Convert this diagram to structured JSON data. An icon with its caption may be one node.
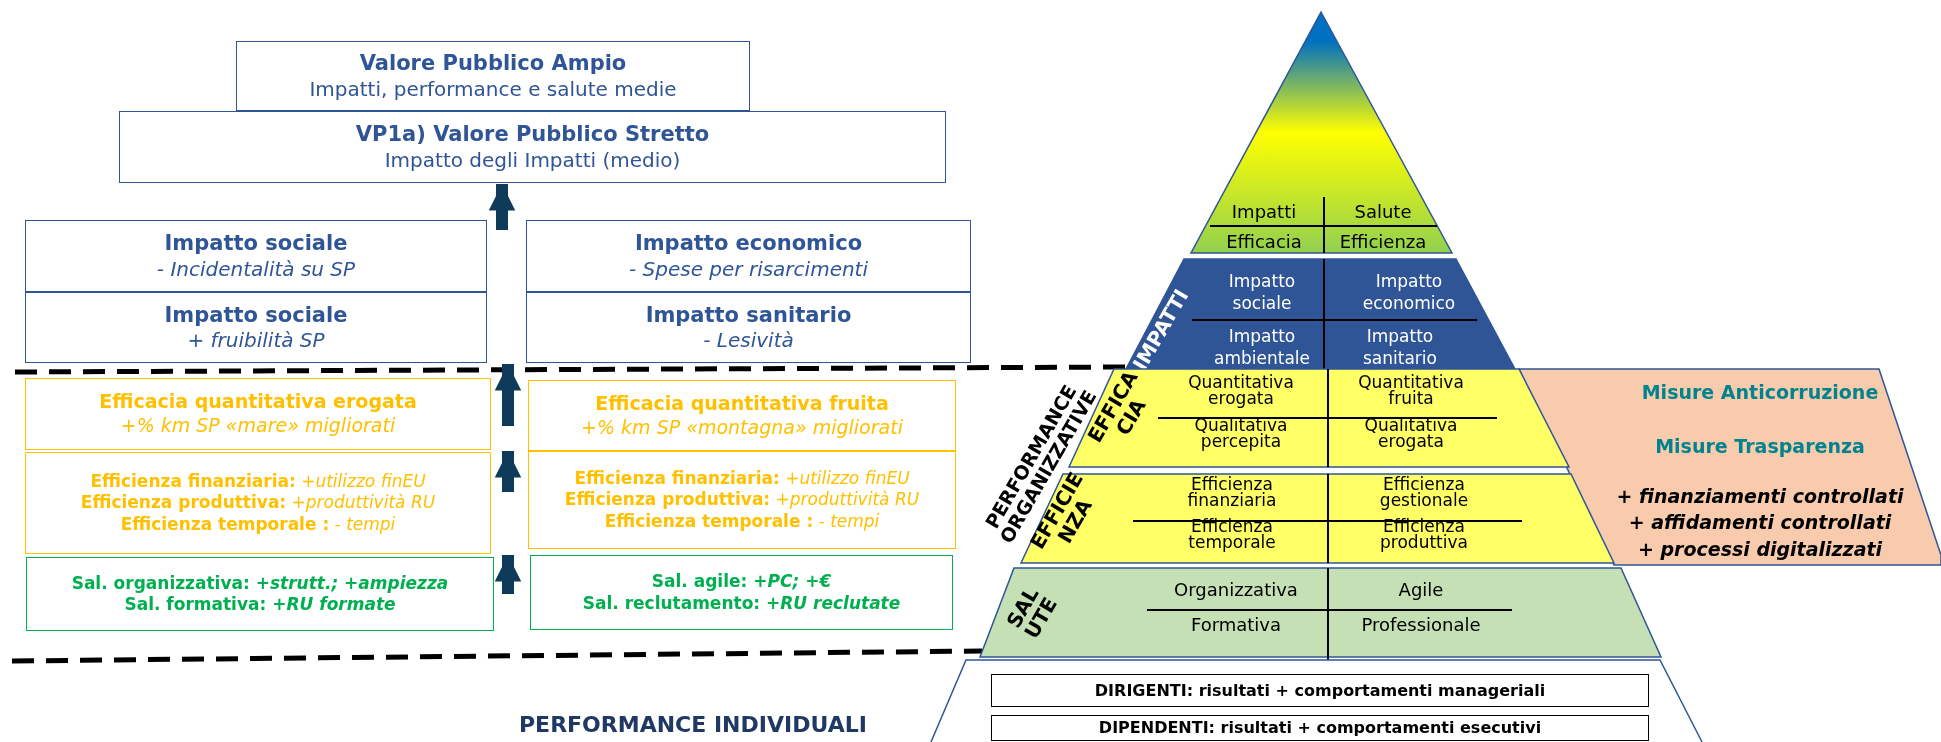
{
  "diagram": {
    "nodes": [
      {
        "text": [
          "Valore Pubblico Ampio",
          "Impatti, performance e salute medie"
        ]
      },
      {
        "text": [
          "VP1a) Valore Pubblico Stretto",
          "Impatto degli Impatti (medio)"
        ]
      },
      {
        "text": [
          "Impatto sociale",
          "- Incidentalità su SP"
        ]
      },
      {
        "text": [
          "Impatto economico",
          "- Spese per risarcimenti"
        ]
      },
      {
        "text": [
          "Impatto sociale",
          "+ fruibilità SP"
        ]
      },
      {
        "text": [
          "Impatto sanitario",
          "- Lesività"
        ]
      },
      {
        "text": [
          "Efficacia quantitativa erogata",
          "+% km SP «mare» migliorati"
        ]
      },
      {
        "text": [
          "Efficacia quantitativa fruita",
          "+% km SP «montagna» migliorati"
        ]
      },
      {
        "text": [
          "**Efficienza finanziaria:** *+utilizzo finEU*",
          "**Efficienza produttiva:** *+produttività RU*",
          "**Efficienza temporale :** *- tempi*"
        ]
      },
      {
        "text": [
          "**Efficienza finanziaria:** *+utilizzo finEU*",
          "**Efficienza produttiva:** *+produttività RU*",
          "**Efficienza temporale :** *- tempi*"
        ]
      },
      {
        "text": [
          "Sal. organizzativa: *+strutt.; +ampiezza*",
          "Sal. formativa: *+RU formate*"
        ]
      },
      {
        "text": [
          "Sal. agile: *+PC; +€*",
          "Sal. reclutamento: *+RU reclutate*"
        ]
      },
      {
        "text": [
          "Impatti",
          "Salute",
          "Efficacia",
          "Efficienza"
        ]
      },
      {
        "text": [
          "IMPATTI",
          "Impatto sociale",
          "Impatto economico",
          "Impatto ambientale",
          "Impatto sanitario"
        ]
      },
      {
        "text": [
          "EFFICA CIA",
          "Quantitativa erogata",
          "Quantitativa fruita",
          "Qualitativa percepita",
          "Qualitativa erogata"
        ]
      },
      {
        "text": [
          "Misure Anticorruzione",
          "Misure Trasparenza",
          "+ finanziamenti controllati",
          "+ affidamenti controllati",
          "+ processi digitalizzati"
        ]
      },
      {
        "text": [
          "EFFICIE NZA",
          "Efficienza finanziaria",
          "Efficienza gestionale",
          "Efficienza temporale",
          "Efficienza produttiva"
        ]
      },
      {
        "text": [
          "SAL UTE",
          "Organizzativa",
          "Agile",
          "Formativa",
          "Professionale"
        ]
      },
      {
        "text": [
          "PERFORMANCE INDIVIDUALI"
        ]
      },
      {
        "text": [
          "DIRIGENTI: risultati + comportamenti manageriali"
        ],
        "in": 18
      },
      {
        "text": [
          "DIPENDENTI: risultati + comportamenti esecutivi"
        ],
        "in": 18
      }
    ],
    "edges": [
      {
        "from": 2,
        "to": 1,
        "arrow": "to"
      },
      {
        "from": 6,
        "to": 4,
        "arrow": "to"
      },
      {
        "from": 8,
        "to": 6,
        "arrow": "to"
      },
      {
        "from": 10,
        "to": 8,
        "arrow": "to"
      }
    ],
    "labels": [
      "PERFORMANCE ORGANIZZATIVE"
    ]
  }
}
